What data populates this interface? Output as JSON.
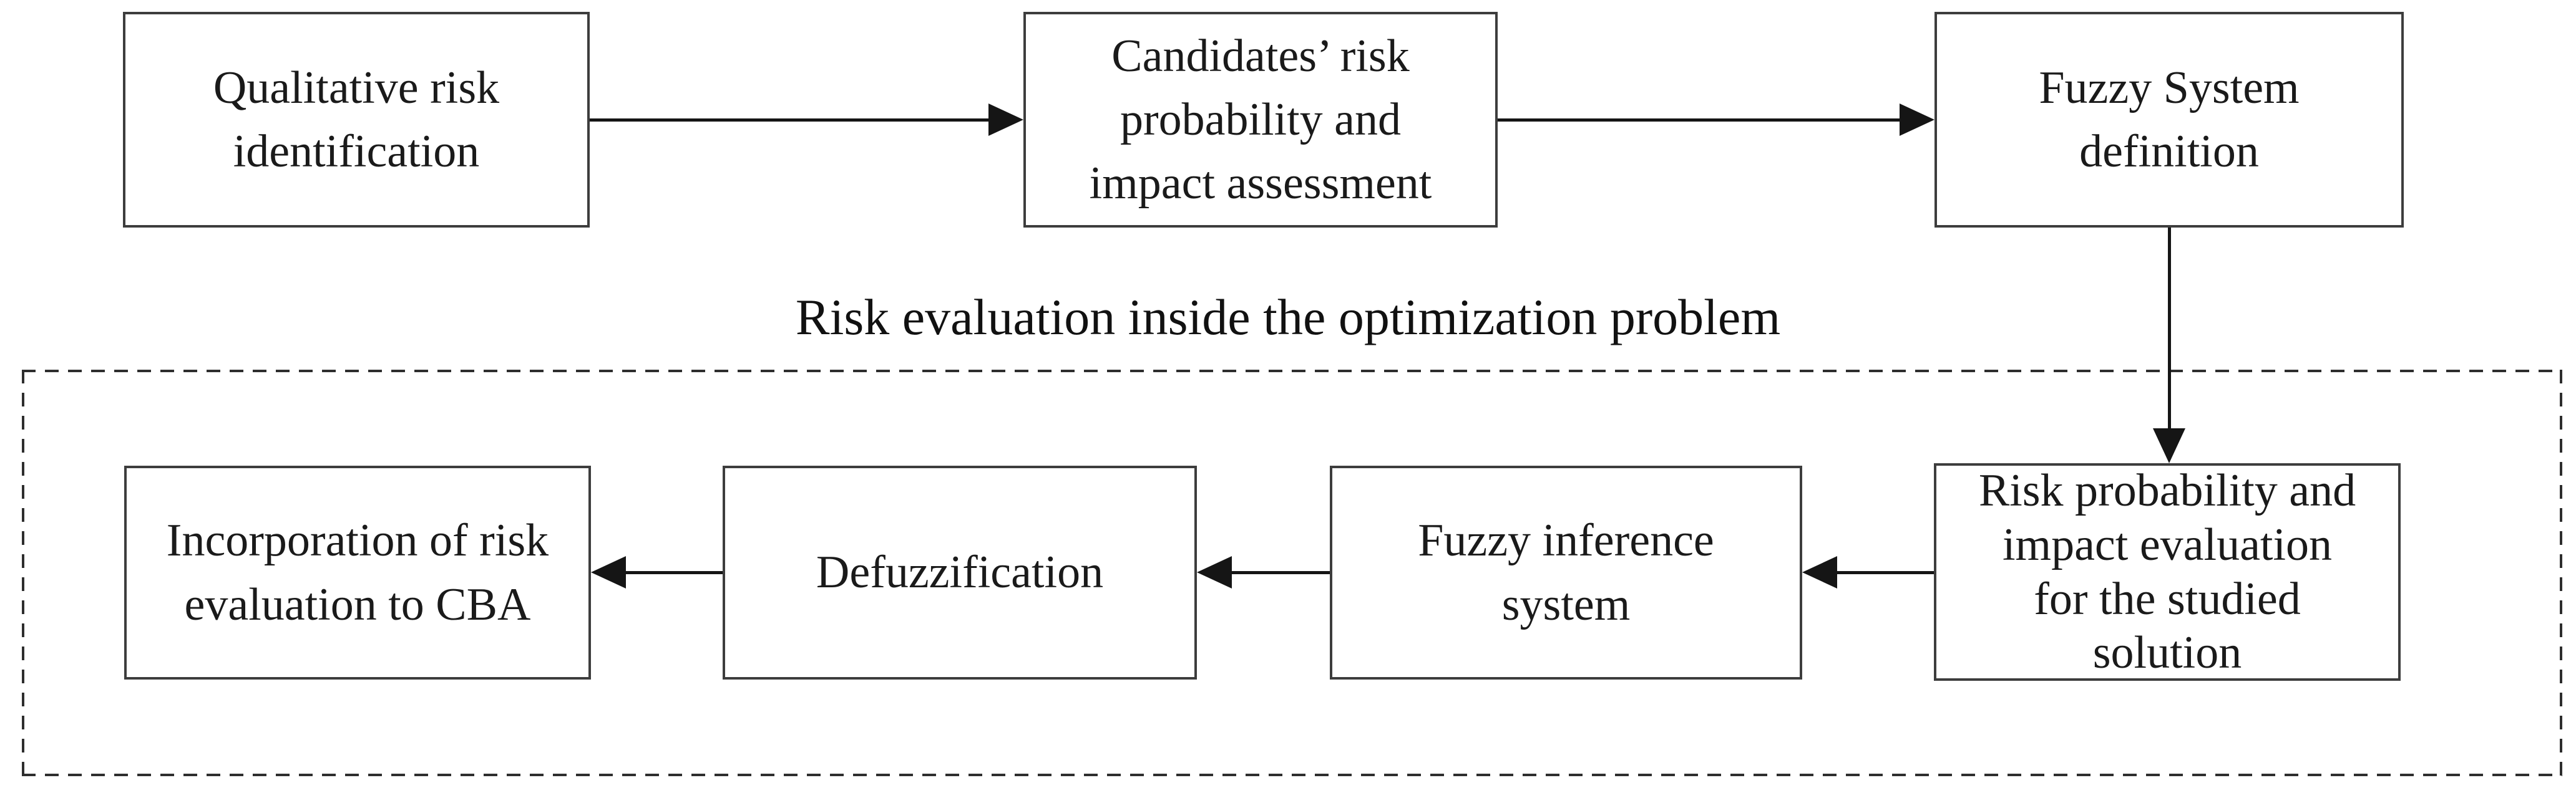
{
  "diagram": {
    "group_label": "Risk evaluation inside the optimization problem",
    "nodes": {
      "qualitative": {
        "label": "Qualitative risk identification"
      },
      "candidates": {
        "label": "Candidates’ risk probability and impact assessment"
      },
      "fuzzy_system": {
        "label": "Fuzzy System definition"
      },
      "incorporation": {
        "label": "Incorporation of risk evaluation to CBA"
      },
      "defuzzification": {
        "label": "Defuzzification"
      },
      "fuzzy_inference": {
        "label": "Fuzzy inference system"
      },
      "risk_evaluation": {
        "label": "Risk probability and impact evaluation for the studied solution"
      }
    },
    "edges": [
      {
        "from": "qualitative",
        "to": "candidates",
        "direction": "right"
      },
      {
        "from": "candidates",
        "to": "fuzzy_system",
        "direction": "right"
      },
      {
        "from": "fuzzy_system",
        "to": "risk_evaluation",
        "direction": "down"
      },
      {
        "from": "risk_evaluation",
        "to": "fuzzy_inference",
        "direction": "left"
      },
      {
        "from": "fuzzy_inference",
        "to": "defuzzification",
        "direction": "left"
      },
      {
        "from": "defuzzification",
        "to": "incorporation",
        "direction": "left"
      }
    ],
    "colors": {
      "background": "#ffffff",
      "box_border": "#3d3d3d",
      "arrow": "#151515",
      "text": "#1a1a1a",
      "dashed_border": "#2e2e2e"
    }
  }
}
